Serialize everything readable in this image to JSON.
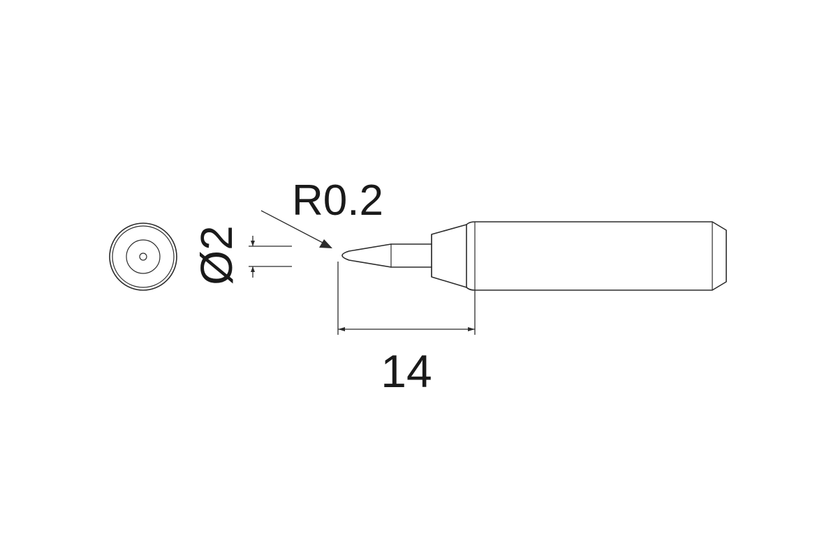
{
  "diagram": {
    "labels": {
      "radius": "R0.2",
      "diameter": "Ø2",
      "length": "14"
    },
    "colors": {
      "line": "#2b2b2b",
      "text": "#1a1a1a",
      "background": "#ffffff"
    }
  }
}
